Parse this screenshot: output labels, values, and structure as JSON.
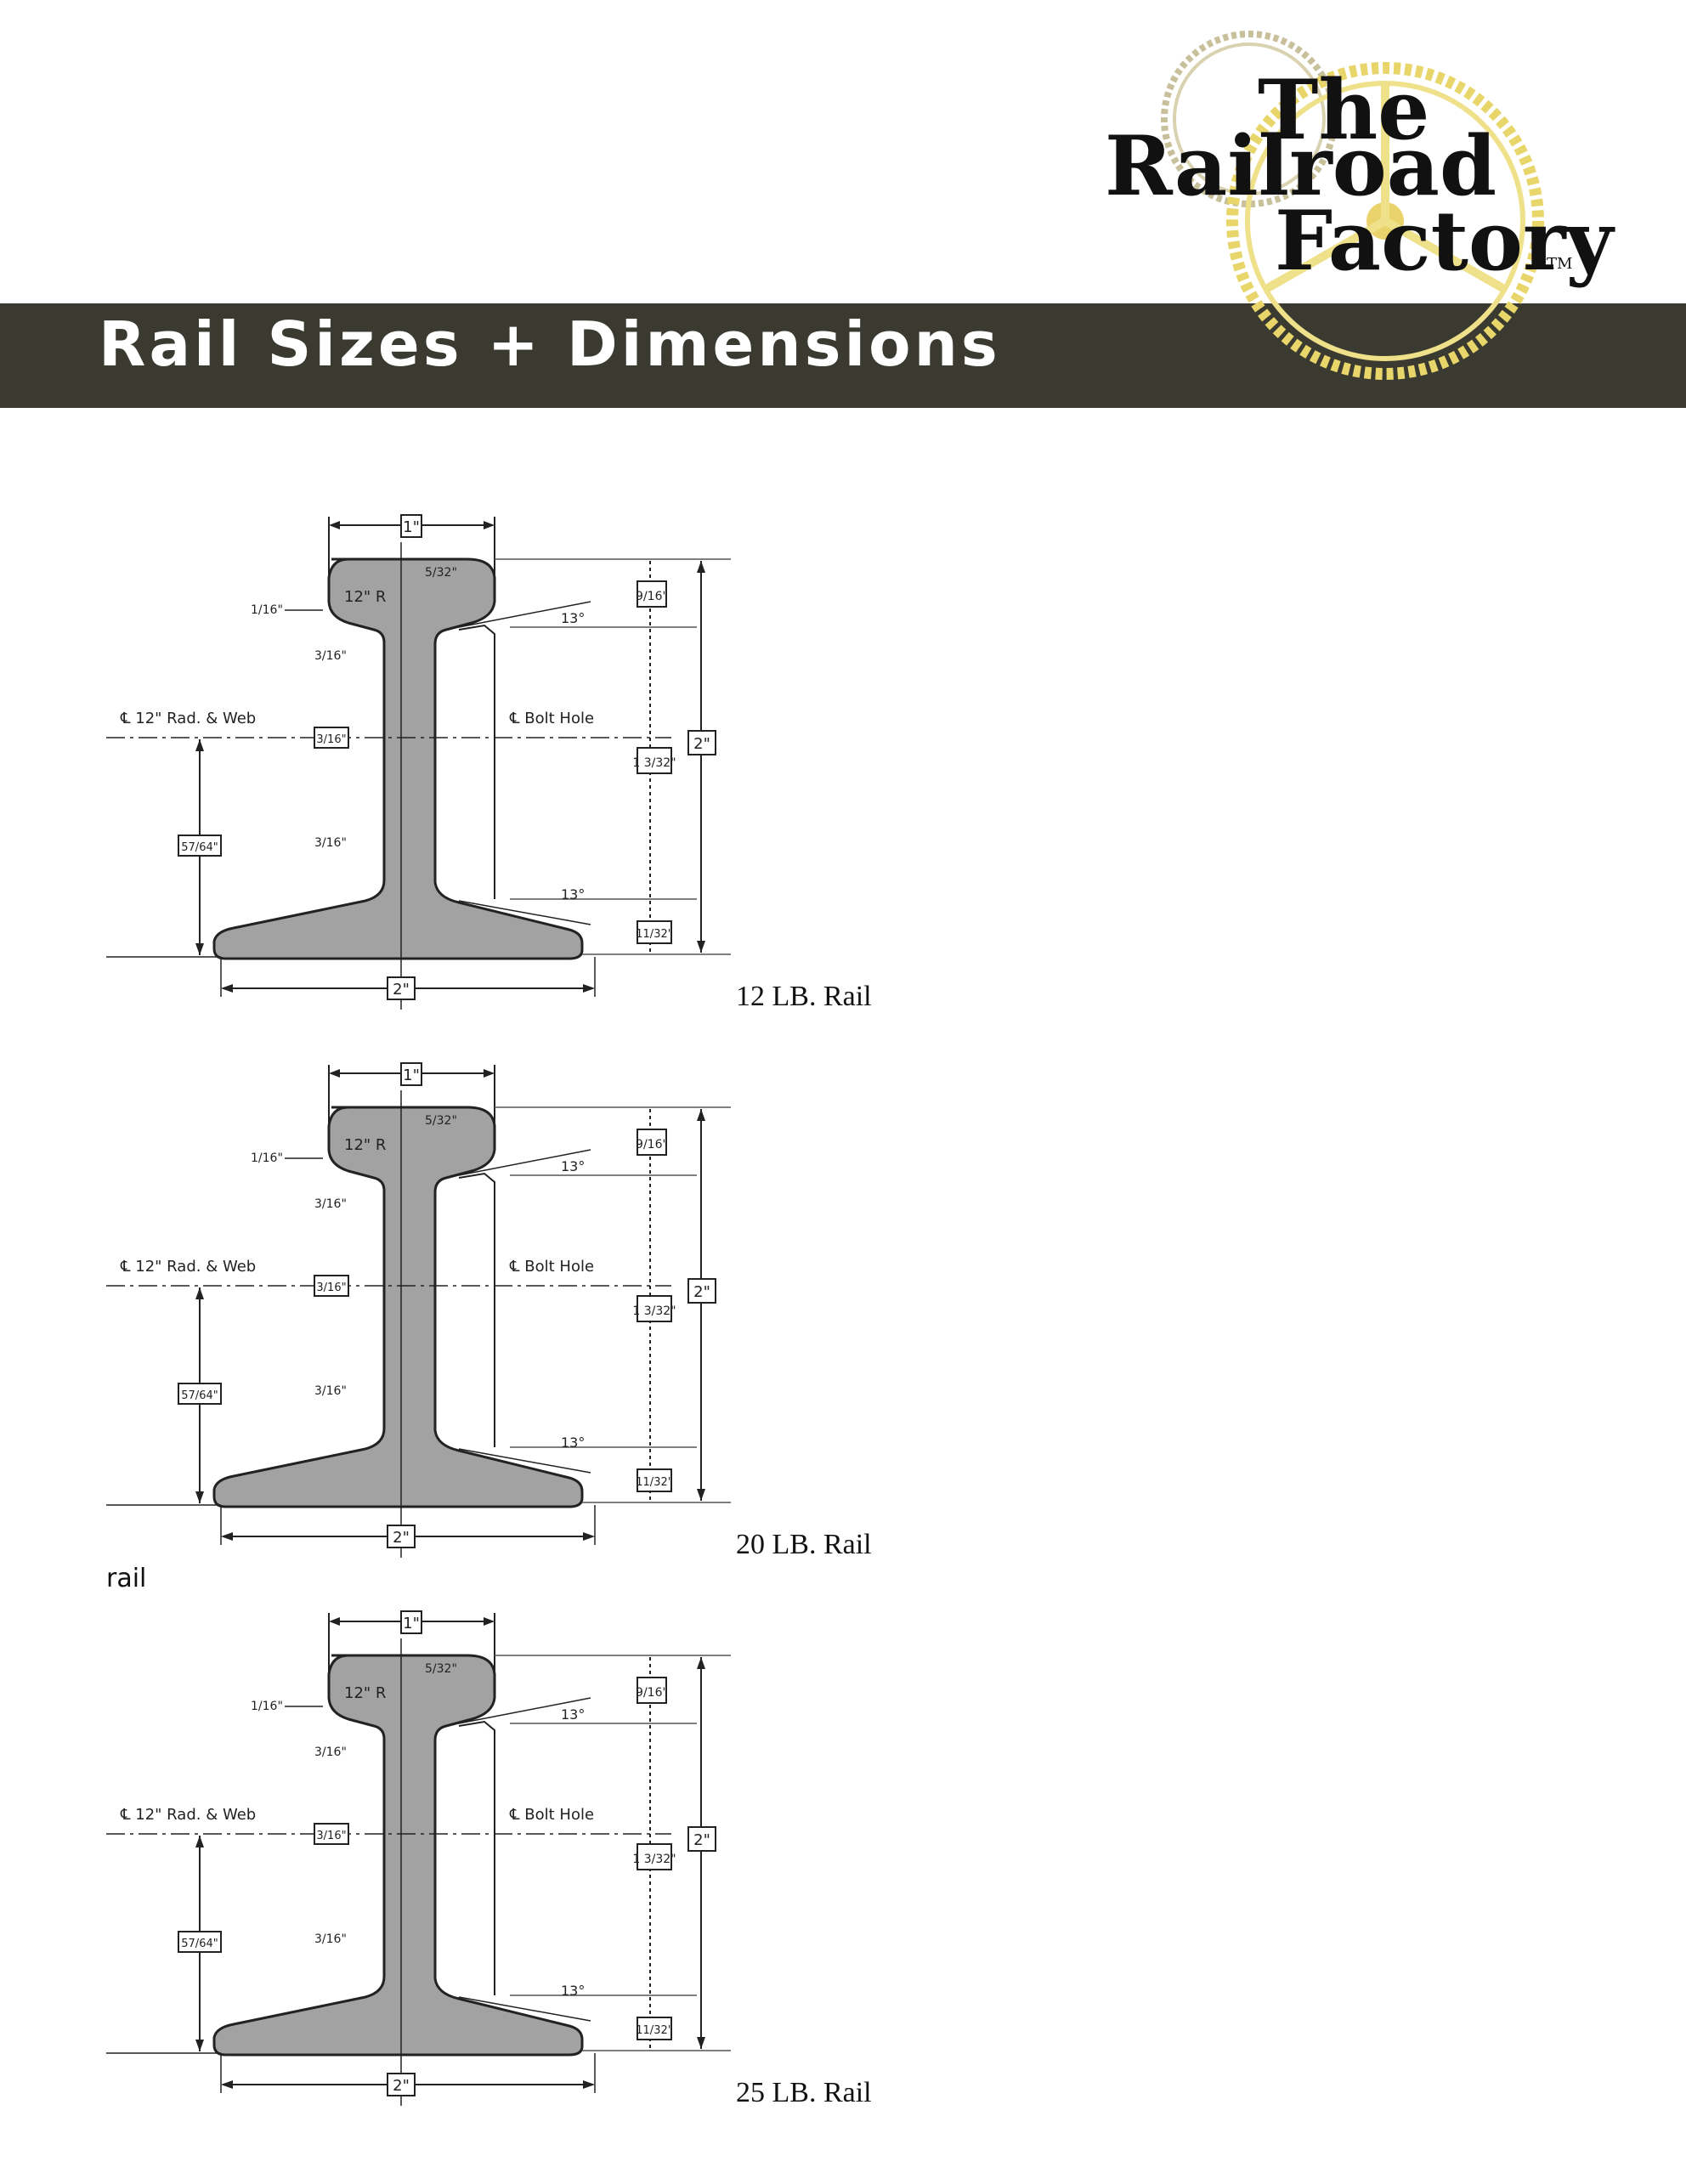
{
  "header": {
    "title": "Rail Sizes + Dimensions"
  },
  "logo": {
    "line1": "The",
    "line2": "Railroad",
    "line3": "Factory",
    "tm": "TM"
  },
  "side_label": "rail",
  "dimensions": {
    "head_width": "1\"",
    "base_width": "2\"",
    "height": "2\"",
    "head_depth": "9/16\"",
    "web_height": "1 3/32\"",
    "base_depth": "11/32\"",
    "web_thickness": "3/16\"",
    "bolt_height": "57/64\"",
    "head_radius": "12\" R",
    "top_corner": "5/32\"",
    "head_lip": "1/16\"",
    "fillet_top": "3/16\"",
    "fillet_bottom": "3/16\"",
    "angle_top": "13°",
    "angle_bottom": "13°",
    "centerline_left": "℄ 12\" Rad. & Web",
    "centerline_right": "℄ Bolt Hole"
  },
  "rails": [
    {
      "caption": "12 LB. Rail"
    },
    {
      "caption": "20 LB. Rail"
    },
    {
      "caption": "25 LB. Rail"
    }
  ]
}
